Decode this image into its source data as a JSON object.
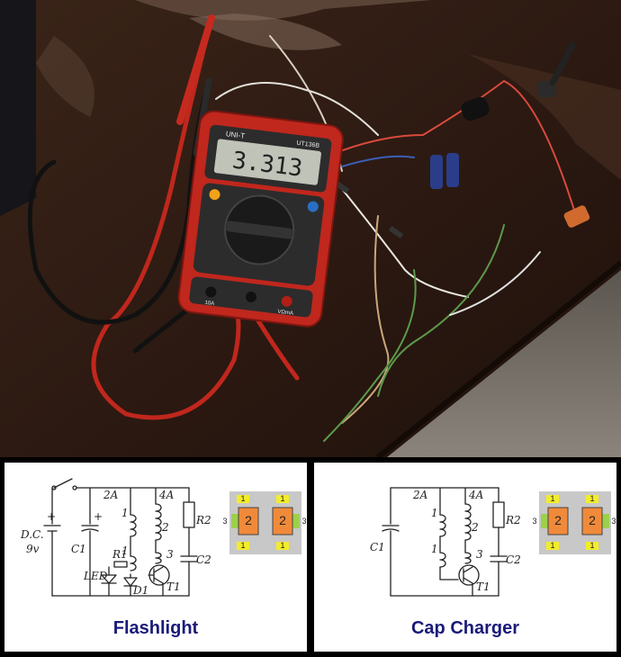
{
  "meter": {
    "reading": "3.313",
    "model": "UT136B",
    "brand": "UNI-T",
    "port_10a": "10A",
    "port_vohm": "VΩmA"
  },
  "panels": [
    {
      "caption": "Flashlight",
      "labels": {
        "supply": "D.C.",
        "supply_v": "9v",
        "cap": "C1",
        "winding_a": "2A",
        "winding_b": "4A",
        "coil_2": "2",
        "coil_3": "3",
        "r": "R2",
        "c": "C2",
        "r1": "R1",
        "led": "LED",
        "d": "D1",
        "t": "T1",
        "dot1": "1",
        "dot2": "1"
      },
      "module": {
        "side_left": "3",
        "side_right": "3",
        "center_a": "2",
        "center_b": "2",
        "pin": "1"
      }
    },
    {
      "caption": "Cap Charger",
      "labels": {
        "cap": "C1",
        "winding_a": "2A",
        "winding_b": "4A",
        "coil_2": "2",
        "coil_3": "3",
        "r": "R2",
        "c": "C2",
        "t": "T1",
        "dot1": "1",
        "dot2": "1"
      },
      "module": {
        "side_left": "3",
        "side_right": "3",
        "center_a": "2",
        "center_b": "2",
        "pin": "1"
      }
    }
  ],
  "colors": {
    "caption": "#1a1a7a",
    "pad_yellow": "#f3ec2a",
    "pad_orange": "#f08a3a",
    "pad_green": "#9bd14a",
    "module_bg": "#c8c8c8"
  }
}
